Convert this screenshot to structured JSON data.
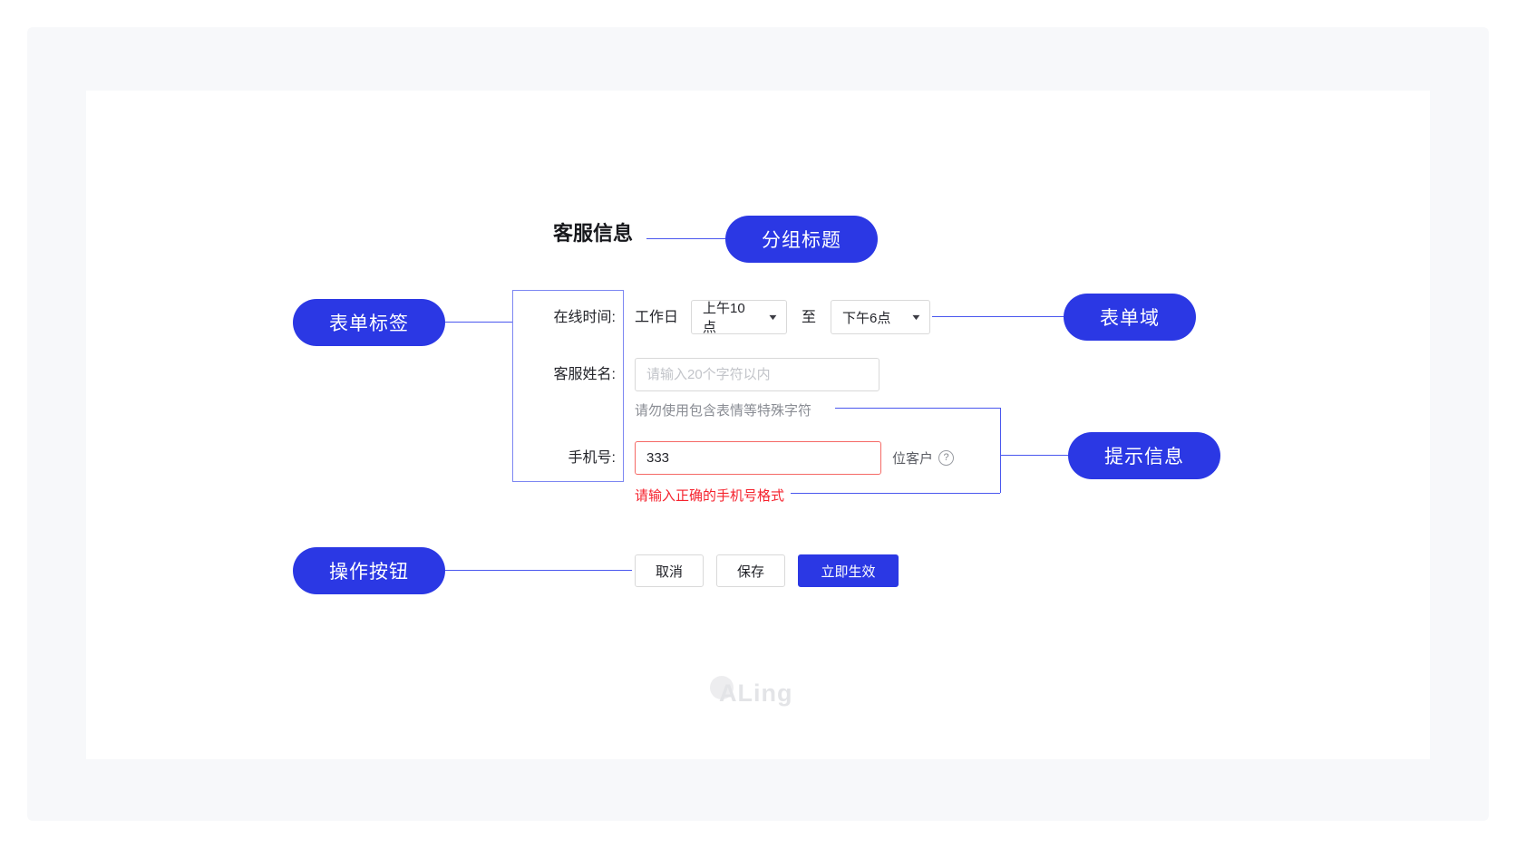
{
  "colors": {
    "accent": "#2b38e4",
    "connector": "#4a57ee",
    "box_border": "#7d87f2",
    "error": "#f5222d"
  },
  "icons": {
    "caret_down": "▼",
    "question": "?"
  },
  "callouts": {
    "group_title": "分组标题",
    "form_label": "表单标签",
    "form_field": "表单域",
    "hint": "提示信息",
    "actions": "操作按钮"
  },
  "form": {
    "section_title": "客服信息",
    "online_time": {
      "label": "在线时间:",
      "prefix": "工作日",
      "start": "上午10点",
      "separator": "至",
      "end": "下午6点"
    },
    "agent_name": {
      "label": "客服姓名:",
      "placeholder": "请输入20个字符以内",
      "help": "请勿使用包含表情等特殊字符"
    },
    "phone": {
      "label": "手机号:",
      "value": "333",
      "suffix": "位客户",
      "error": "请输入正确的手机号格式"
    },
    "actions": {
      "cancel": "取消",
      "save": "保存",
      "submit": "立即生效"
    }
  },
  "watermark": "ALing"
}
